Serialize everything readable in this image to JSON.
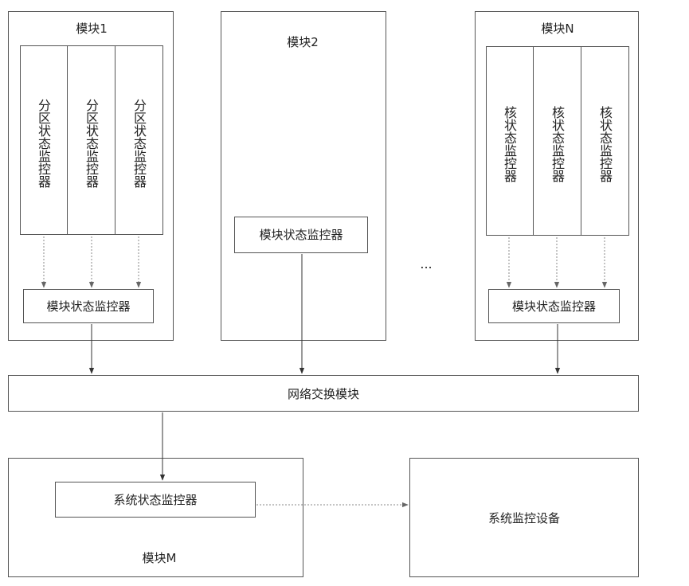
{
  "diagram": {
    "module1": {
      "title": "模块1",
      "sub_monitors": [
        "分区状态监控器",
        "分区状态监控器",
        "分区状态监控器"
      ],
      "monitor": "模块状态监控器"
    },
    "module2": {
      "title": "模块2",
      "monitor": "模块状态监控器"
    },
    "ellipsis": "...",
    "moduleN": {
      "title": "模块N",
      "sub_monitors": [
        "核状态监控器",
        "核状态监控器",
        "核状态监控器"
      ],
      "monitor": "模块状态监控器"
    },
    "network": "网络交换模块",
    "moduleM": {
      "title": "模块M",
      "monitor": "系统状态监控器"
    },
    "system_device": "系统监控设备"
  }
}
